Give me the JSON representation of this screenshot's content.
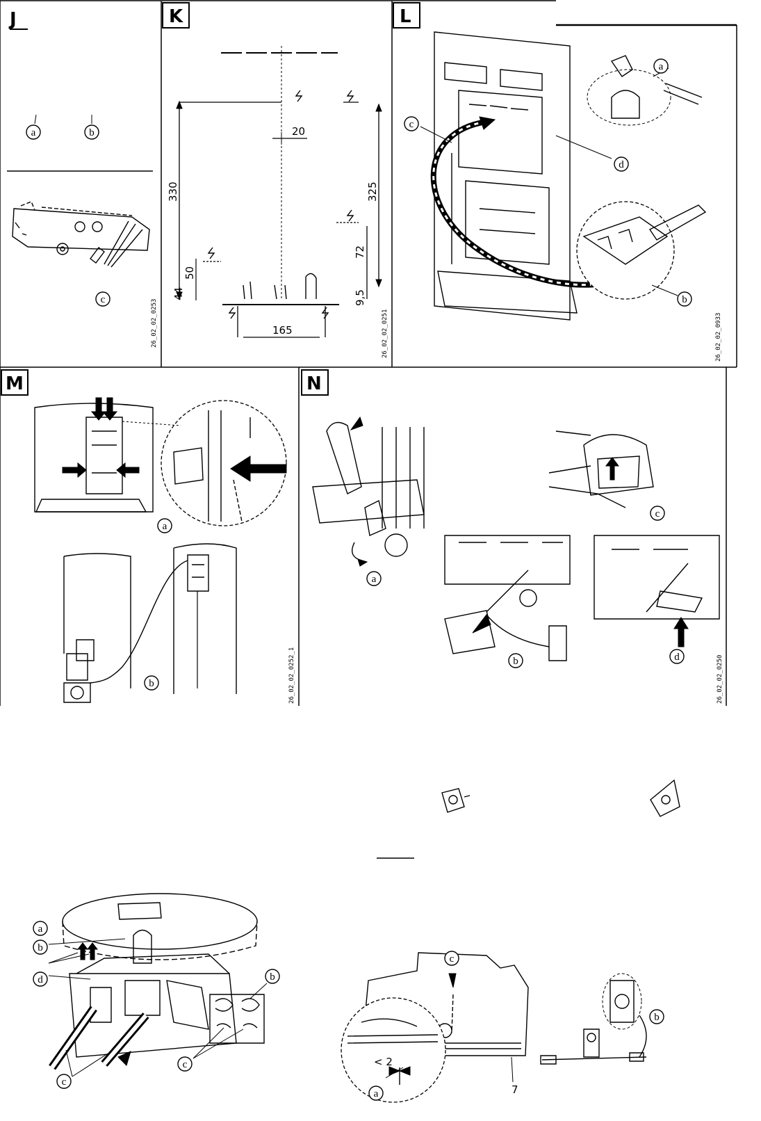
{
  "colors": {
    "ink": "#000000",
    "paper": "#ffffff"
  },
  "panels": {
    "J": {
      "letter": "J",
      "callouts": [
        "a",
        "b",
        "c"
      ],
      "code": "26_02_02_0253"
    },
    "K": {
      "letter": "K",
      "dimensions": {
        "d20": "20",
        "d330": "330",
        "d325": "325",
        "d50": "50",
        "d44": "44",
        "d72": "72",
        "d9_5": "9,5",
        "d165": "165"
      },
      "code": "26_02_02_0251"
    },
    "L": {
      "letter": "L",
      "callouts": [
        "a",
        "b",
        "c",
        "d"
      ],
      "code": "26_02_02_0933"
    },
    "M": {
      "letter": "M",
      "callouts": [
        "a",
        "b"
      ],
      "code": "26_02_02_0252_1"
    },
    "N": {
      "letter": "N",
      "callouts": [
        "a",
        "b",
        "c",
        "d"
      ],
      "code": "26_02_02_0250"
    },
    "bottom_left": {
      "callouts": [
        "a",
        "b",
        "b",
        "c",
        "c",
        "d"
      ]
    },
    "bottom_right": {
      "callouts": [
        "a",
        "b",
        "c"
      ],
      "dim": "< 2",
      "part": "7"
    }
  }
}
